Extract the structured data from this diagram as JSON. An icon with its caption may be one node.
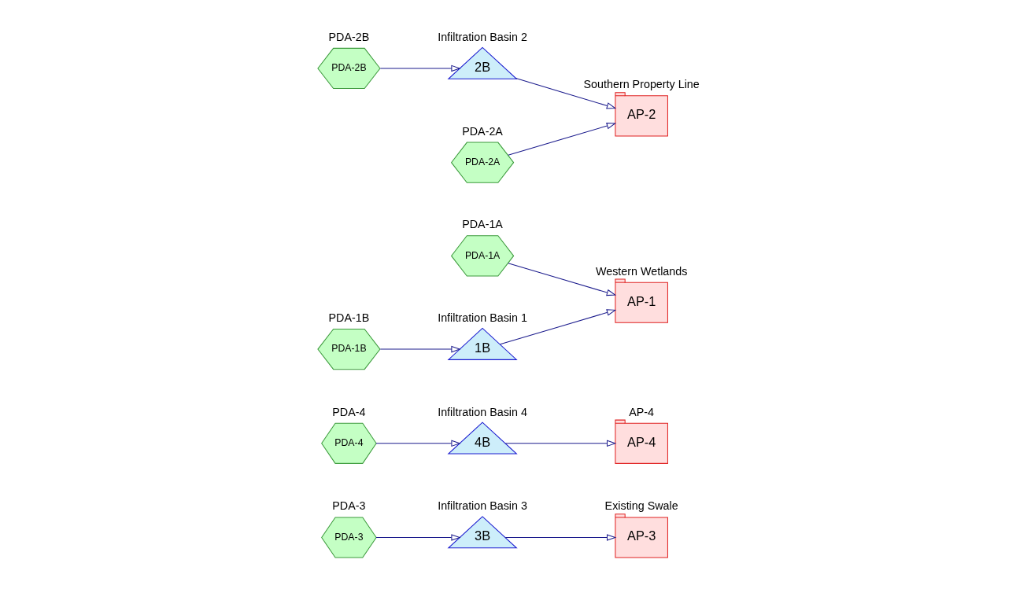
{
  "diagram": {
    "nodes": [
      {
        "text": [
          "AP-3"
        ],
        "beside": [
          "Existing Swale"
        ]
      },
      {
        "text": [
          "PDA-4"
        ],
        "beside": [
          "PDA-4"
        ]
      },
      {
        "text": [
          "PDA-1A"
        ],
        "beside": [
          "PDA-1A"
        ]
      },
      {
        "text": [
          "PDA-1B"
        ],
        "beside": [
          "PDA-1B"
        ]
      },
      {
        "text": [
          "PDA-3"
        ],
        "beside": [
          "PDA-3"
        ]
      },
      {
        "text": [
          "3B"
        ],
        "beside": [
          "Infiltration Basin 3"
        ]
      },
      {
        "text": [
          "4B"
        ],
        "beside": [
          "Infiltration Basin 4"
        ]
      },
      {
        "text": [
          "AP-1"
        ],
        "beside": [
          "Western Wetlands"
        ]
      },
      {
        "text": [
          "1B"
        ],
        "beside": [
          "Infiltration Basin 1"
        ]
      },
      {
        "text": [
          "PDA-2B"
        ],
        "beside": [
          "PDA-2B"
        ]
      },
      {
        "text": [
          "PDA-2A"
        ],
        "beside": [
          "PDA-2A"
        ]
      },
      {
        "text": [
          "AP-4"
        ],
        "beside": [
          "AP-4"
        ]
      },
      {
        "text": [
          "2B"
        ],
        "beside": [
          "Infiltration Basin 2"
        ]
      },
      {
        "text": [
          "AP-2"
        ],
        "beside": [
          "Southern Property Line"
        ]
      }
    ],
    "edges": [
      {
        "from": 2,
        "to": 7,
        "arrow": "to"
      },
      {
        "from": 3,
        "to": 8,
        "arrow": "to"
      },
      {
        "from": 8,
        "to": 7,
        "arrow": "to"
      },
      {
        "from": 4,
        "to": 5,
        "arrow": "to"
      },
      {
        "from": 5,
        "to": 0,
        "arrow": "to"
      },
      {
        "from": 1,
        "to": 6,
        "arrow": "to"
      },
      {
        "from": 6,
        "to": 11,
        "arrow": "to"
      },
      {
        "from": 9,
        "to": 12,
        "arrow": "to"
      },
      {
        "from": 12,
        "to": 13,
        "arrow": "to"
      },
      {
        "from": 10,
        "to": 13,
        "arrow": "to"
      }
    ]
  }
}
